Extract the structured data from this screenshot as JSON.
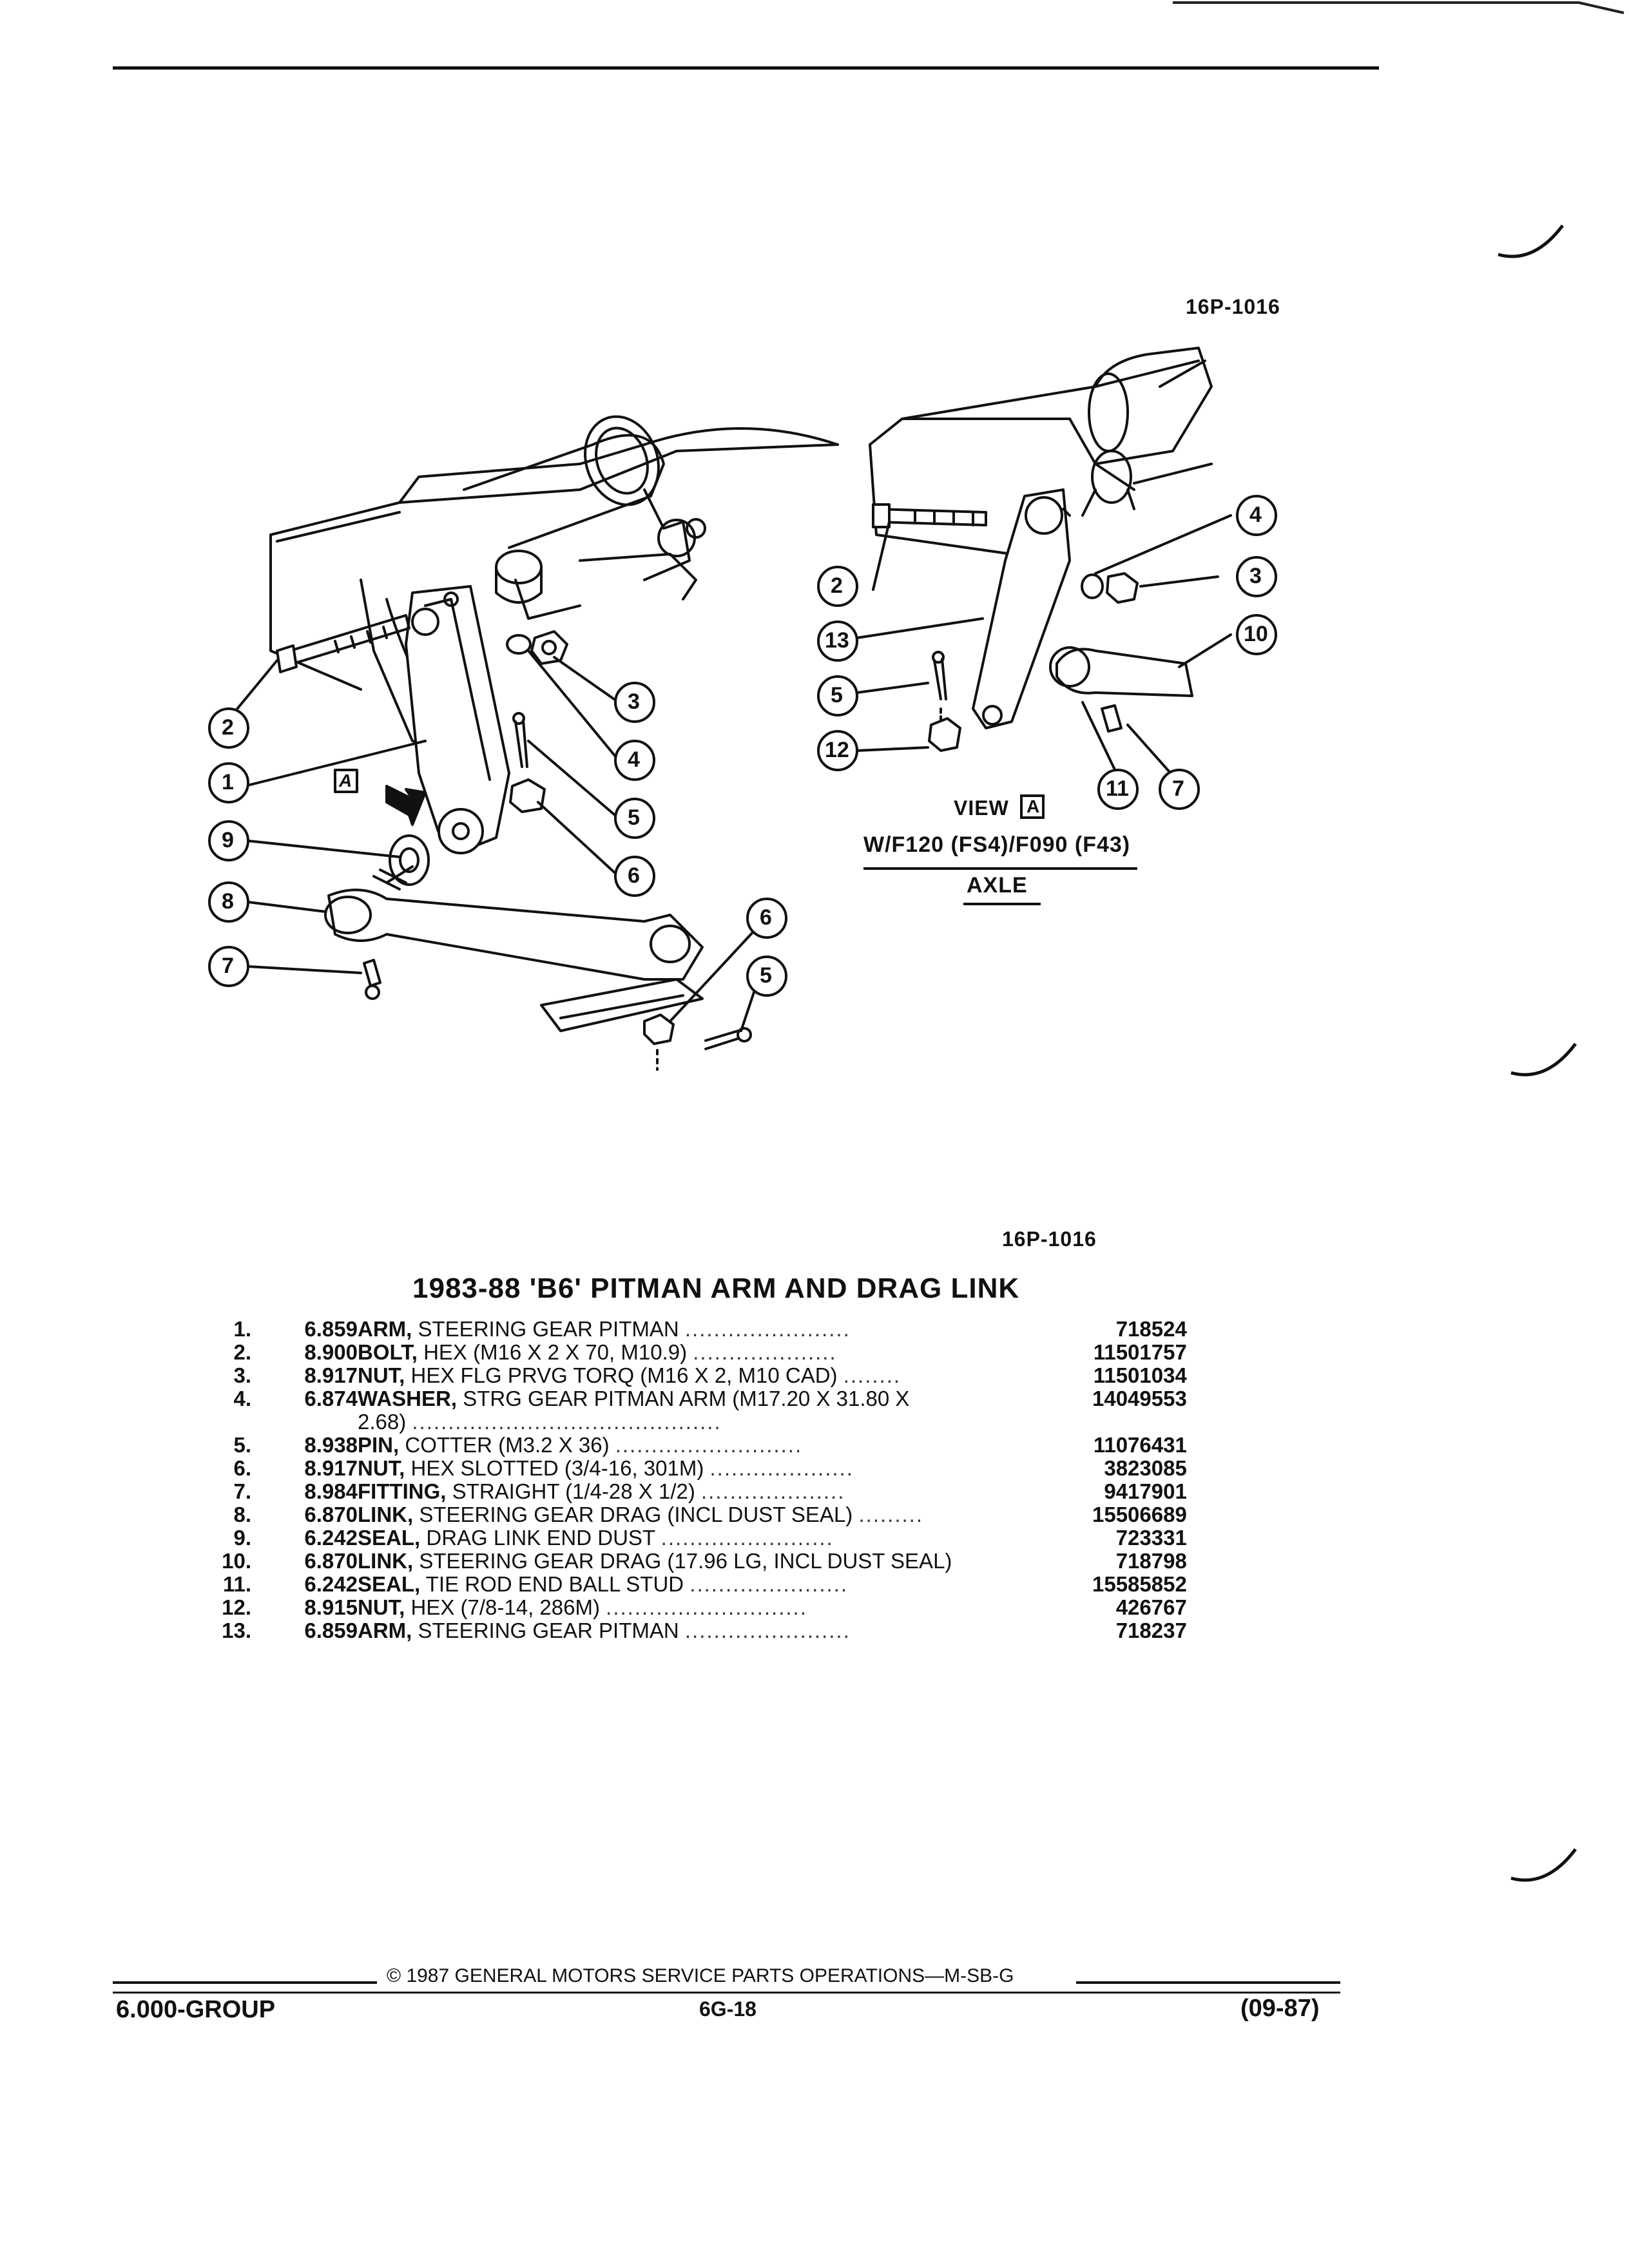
{
  "figure": {
    "number_top": "16P-1016",
    "number_bottom": "16P-1016",
    "view_label": "VIEW",
    "view_letter": "A",
    "arrow_letter": "A",
    "view_caption": "W/F120 (FS4)/F090 (F43)",
    "axle_label": "AXLE",
    "callouts_left": [
      "2",
      "1",
      "9",
      "8",
      "7",
      "3",
      "4",
      "5",
      "6",
      "6",
      "5"
    ],
    "callouts_right": [
      "2",
      "13",
      "5",
      "12",
      "4",
      "3",
      "10",
      "11",
      "7"
    ]
  },
  "section_title": "1983-88 'B6' PITMAN ARM AND DRAG LINK",
  "parts": [
    {
      "item": "1.",
      "code": "6.859",
      "name": "ARM,",
      "desc": "STEERING GEAR PITMAN",
      "part_no": "718524"
    },
    {
      "item": "2.",
      "code": "8.900",
      "name": "BOLT,",
      "desc": "HEX (M16 X 2 X 70, M10.9)",
      "part_no": "11501757"
    },
    {
      "item": "3.",
      "code": "8.917",
      "name": "NUT,",
      "desc": "HEX FLG PRVG TORQ (M16 X 2, M10 CAD)",
      "part_no": "11501034"
    },
    {
      "item": "4.",
      "code": "6.874",
      "name": "WASHER,",
      "desc": "STRG GEAR PITMAN ARM (M17.20 X 31.80 X",
      "desc2": "2.68)",
      "part_no": "14049553"
    },
    {
      "item": "5.",
      "code": "8.938",
      "name": "PIN,",
      "desc": "COTTER (M3.2 X 36)",
      "part_no": "11076431"
    },
    {
      "item": "6.",
      "code": "8.917",
      "name": "NUT,",
      "desc": "HEX SLOTTED (3/4-16, 301M)",
      "part_no": "3823085"
    },
    {
      "item": "7.",
      "code": "8.984",
      "name": "FITTING,",
      "desc": "STRAIGHT (1/4-28 X 1/2)",
      "part_no": "9417901"
    },
    {
      "item": "8.",
      "code": "6.870",
      "name": "LINK,",
      "desc": "STEERING GEAR DRAG (INCL DUST SEAL)",
      "part_no": "15506689"
    },
    {
      "item": "9.",
      "code": "6.242",
      "name": "SEAL,",
      "desc": "DRAG LINK END DUST",
      "part_no": "723331"
    },
    {
      "item": "10.",
      "code": "6.870",
      "name": "LINK,",
      "desc": "STEERING GEAR DRAG (17.96 LG, INCL DUST SEAL)",
      "part_no": "718798"
    },
    {
      "item": "11.",
      "code": "6.242",
      "name": "SEAL,",
      "desc": "TIE ROD END BALL STUD",
      "part_no": "15585852"
    },
    {
      "item": "12.",
      "code": "8.915",
      "name": "NUT,",
      "desc": "HEX (7/8-14, 286M)",
      "part_no": "426767"
    },
    {
      "item": "13.",
      "code": "6.859",
      "name": "ARM,",
      "desc": "STEERING GEAR PITMAN",
      "part_no": "718237"
    }
  ],
  "footer": {
    "copyright": "© 1987 GENERAL MOTORS SERVICE PARTS OPERATIONS—M-SB-G",
    "group": "6.000-GROUP",
    "page": "6G-18",
    "date": "(09-87)"
  }
}
